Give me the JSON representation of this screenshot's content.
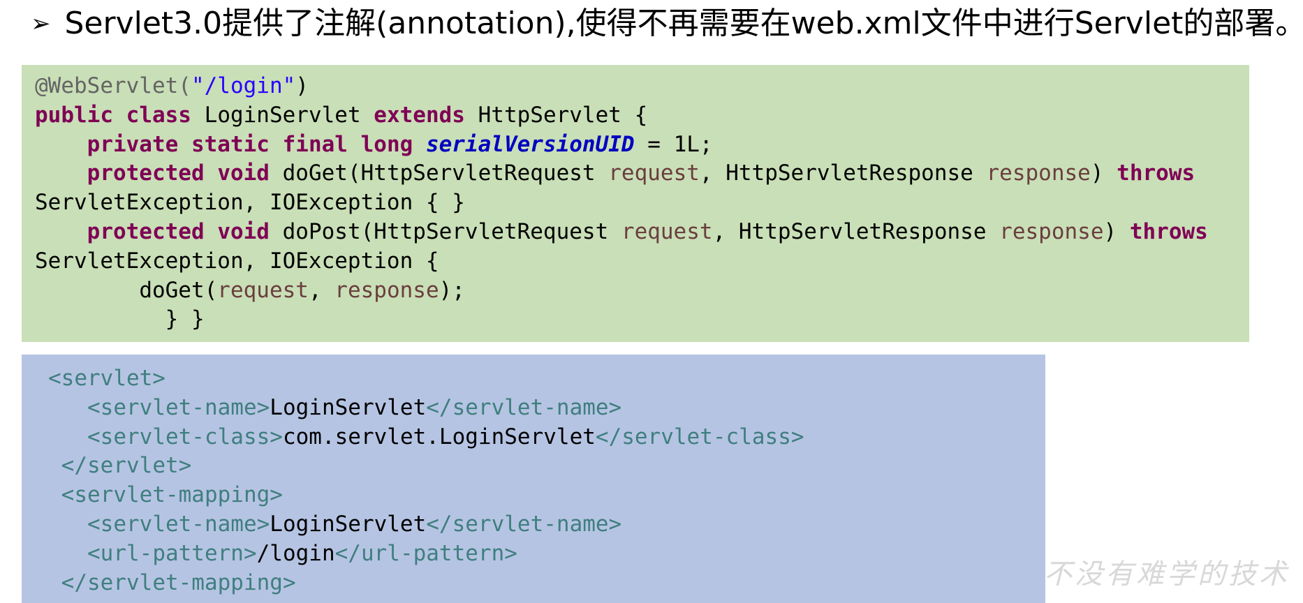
{
  "heading": {
    "bullet": "➢",
    "text": "Servlet3.0提供了注解(annotation),使得不再需要在web.xml文件中进行Servlet的部署。"
  },
  "java_code": {
    "annotation": "@WebServlet(",
    "url": "\"/login\"",
    "annotation_close": ")",
    "kw_public": "public",
    "kw_class": "class",
    "class_name": "LoginServlet",
    "kw_extends": "extends",
    "super_class": "HttpServlet {",
    "kw_private": "private",
    "kw_static": "static",
    "kw_final": "final",
    "kw_long": "long",
    "field_name": "serialVersionUID",
    "field_value": "= 1L;",
    "kw_protected": "protected",
    "kw_void": "void",
    "method_get": "doGet(HttpServletRequest",
    "method_post": "doPost(HttpServletRequest",
    "param_request": "request",
    "comma_response_type": ", HttpServletResponse",
    "param_response": "response",
    "paren_close": ")",
    "kw_throws": "throws",
    "exceptions_empty": "ServletException, IOException { }",
    "exceptions_open": "ServletException, IOException {",
    "call_doget": "doGet(",
    "comma": ",",
    "call_close": ");",
    "closing_braces": "} }"
  },
  "xml_code": {
    "servlet_open": "<servlet>",
    "servlet_name_open": "<servlet-name>",
    "servlet_name_value": "LoginServlet",
    "servlet_name_close": "</servlet-name>",
    "servlet_class_open": "<servlet-class>",
    "servlet_class_value": "com.servlet.LoginServlet",
    "servlet_class_close": "</servlet-class>",
    "servlet_close": "</servlet>",
    "mapping_open": "<servlet-mapping>",
    "url_pattern_open": "<url-pattern>",
    "url_pattern_value": "/login",
    "url_pattern_close": "</url-pattern>",
    "mapping_close": "</servlet-mapping>"
  },
  "watermark": "不没有难学的技术",
  "colors": {
    "java_background": "#c9dfb7",
    "xml_background": "#b6c4e3",
    "keyword": "#7f0055",
    "string": "#2a00ff",
    "parameter": "#6a3e3e",
    "xml_tag": "#3f7f7f"
  }
}
